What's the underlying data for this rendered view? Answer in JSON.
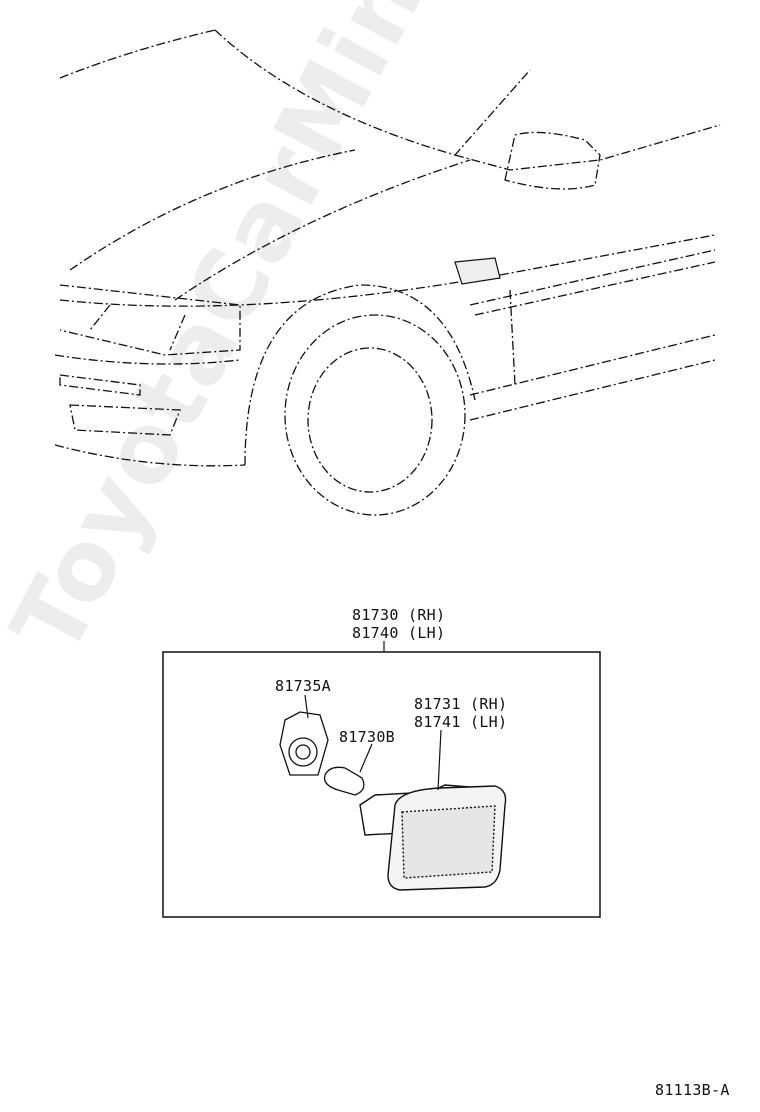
{
  "watermark": "ToyotaCarMine.ru",
  "labels": {
    "assembly_rh": "81730 (RH)",
    "assembly_lh": "81740 (LH)",
    "socket": "81735A",
    "bulb": "81730B",
    "lens_rh": "81731 (RH)",
    "lens_lh": "81741 (LH)",
    "diagram_code": "81113B-A"
  }
}
